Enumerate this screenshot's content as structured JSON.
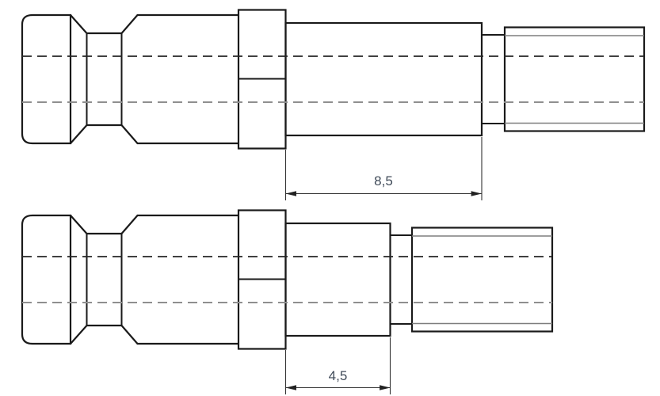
{
  "drawing": {
    "type": "engineering-drawing",
    "background": "#ffffff",
    "views": [
      {
        "name": "upper-shaft-variant-long",
        "dimension": {
          "value": "8,5"
        }
      },
      {
        "name": "lower-shaft-variant-short",
        "dimension": {
          "value": "4,5"
        }
      }
    ],
    "colors": {
      "outline": "#1a1a1a",
      "hidden_line_dark": "#262626",
      "hidden_line_light": "#8f8f8f",
      "thread_minor_line": "#7e7e7e",
      "dimension_line": "#333333",
      "dimension_text": "#404b59"
    }
  }
}
